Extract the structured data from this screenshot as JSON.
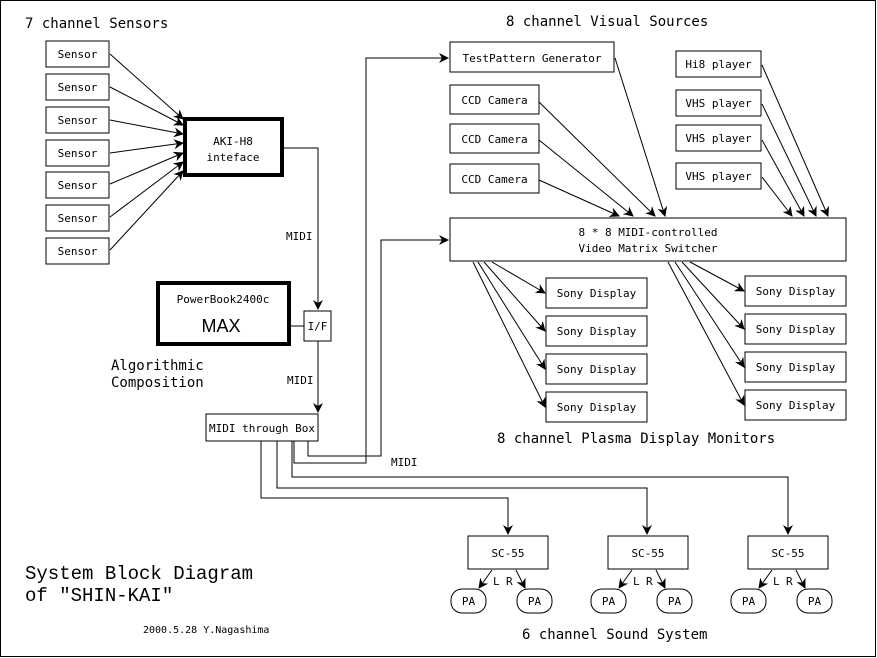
{
  "sections": {
    "sensors_title": "7 channel Sensors",
    "visual_title": "8 channel Visual Sources",
    "display_title": "8 channel Plasma Display Monitors",
    "sound_title": "6 channel Sound System"
  },
  "sensors": [
    "Sensor",
    "Sensor",
    "Sensor",
    "Sensor",
    "Sensor",
    "Sensor",
    "Sensor"
  ],
  "interface": {
    "line1": "AKI-H8",
    "line2": "inteface"
  },
  "computer": {
    "model": "PowerBook2400c",
    "software": "MAX",
    "caption_line1": "Algorithmic",
    "caption_line2": "Composition"
  },
  "if_box": "I/F",
  "midi_labels": {
    "upper": "MIDI",
    "lower": "MIDI",
    "right": "MIDI"
  },
  "midi_through": "MIDI through Box",
  "visual_sources": {
    "test_pattern": "TestPattern Generator",
    "cameras": [
      "CCD Camera",
      "CCD Camera",
      "CCD Camera"
    ],
    "players": [
      "Hi8 player",
      "VHS player",
      "VHS player",
      "VHS player"
    ]
  },
  "switcher": {
    "line1": "8 * 8 MIDI-controlled",
    "line2": "Video Matrix Switcher"
  },
  "displays_left": [
    "Sony Display",
    "Sony Display",
    "Sony Display",
    "Sony Display"
  ],
  "displays_right": [
    "Sony Display",
    "Sony Display",
    "Sony Display",
    "Sony Display"
  ],
  "sound_modules": [
    {
      "name": "SC-55",
      "left_label": "L",
      "right_label": "R",
      "speakers": [
        "PA",
        "PA"
      ]
    },
    {
      "name": "SC-55",
      "left_label": "L",
      "right_label": "R",
      "speakers": [
        "PA",
        "PA"
      ]
    },
    {
      "name": "SC-55",
      "left_label": "L",
      "right_label": "R",
      "speakers": [
        "PA",
        "PA"
      ]
    }
  ],
  "footer": {
    "title_line1": "System Block Diagram",
    "title_line2": "of \"SHIN-KAI\"",
    "credit": "2000.5.28  Y.Nagashima"
  }
}
